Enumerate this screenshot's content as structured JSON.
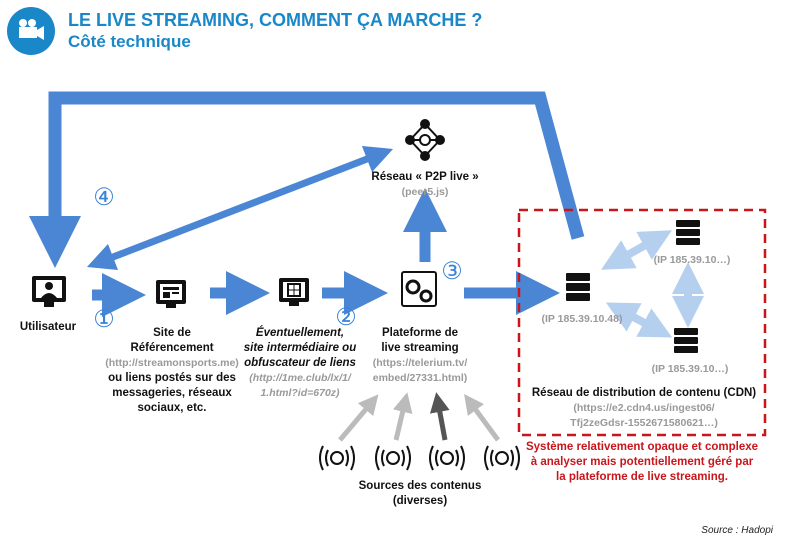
{
  "header": {
    "title": "LE LIVE STREAMING, COMMENT ÇA MARCHE ?",
    "subtitle": "Côté technique",
    "icon": "movie-camera-icon"
  },
  "nodes": {
    "user": {
      "label": "Utilisateur"
    },
    "site": {
      "label1": "Site de",
      "label2": "Référencement",
      "url": "(http://streamonsports.me)",
      "extra1": "ou liens postés sur des",
      "extra2": "messageries, réseaux",
      "extra3": "sociaux, etc."
    },
    "intermediate": {
      "label1": "Éventuellement,",
      "label2": "site intermédiaire ou",
      "label3": "obfuscateur de liens",
      "url1": "(http://1me.club/lx/1/",
      "url2": "1.html?id=670z)"
    },
    "platform": {
      "label1": "Plateforme de",
      "label2": "live streaming",
      "url1": "(https://telerium.tv/",
      "url2": "embed/27331.html)"
    },
    "p2p": {
      "label": "Réseau « P2P live »",
      "url": "(peer5.js)"
    },
    "cdn": {
      "server_main": "(IP 185.39.10.48)",
      "server_top": "(IP 185.39.10…)",
      "server_bottom": "(IP 185.39.10…)",
      "label": "Réseau de distribution de contenu (CDN)",
      "url1": "(https://e2.cdn4.us/ingest06/",
      "url2": "Tfj2zeGdsr-1552671580621…)"
    },
    "sources": {
      "label1": "Sources des contenus",
      "label2": "(diverses)"
    }
  },
  "steps": [
    "①",
    "②",
    "③",
    "④"
  ],
  "note": {
    "line1": "Système relativement opaque et complexe",
    "line2": "à analyser mais potentiellement géré par",
    "line3": "la plateforme de live streaming."
  },
  "source": "Source : Hadopi",
  "colors": {
    "accent": "#1a87c9",
    "arrow": "#4a86d4",
    "light_arrow": "#b5cfee",
    "red": "#c9161d"
  }
}
